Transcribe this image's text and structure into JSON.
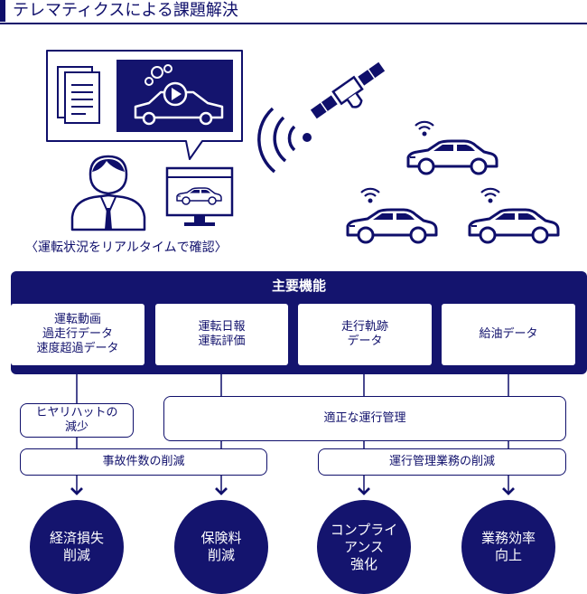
{
  "title": "テレマティクスによる課題解決",
  "caption": "〈運転状況をリアルタイムで確認〉",
  "panel": {
    "title": "主要機能",
    "functions": [
      "運転動画\n過走行データ\n速度超過データ",
      "運転日報\n運転評価",
      "走行軌跡\nデータ",
      "給油データ"
    ]
  },
  "mid": {
    "hiyari": "ヒヤリハットの\n減少",
    "proper": "適正な運行管理",
    "accident": "事故件数の削減",
    "ops": "運行管理業務の削減"
  },
  "results": [
    "経済損失\n削減",
    "保険料\n削減",
    "コンプライ\nアンス\n強化",
    "業務効率\n向上"
  ],
  "colors": {
    "navy": "#14146e",
    "white": "#ffffff"
  }
}
